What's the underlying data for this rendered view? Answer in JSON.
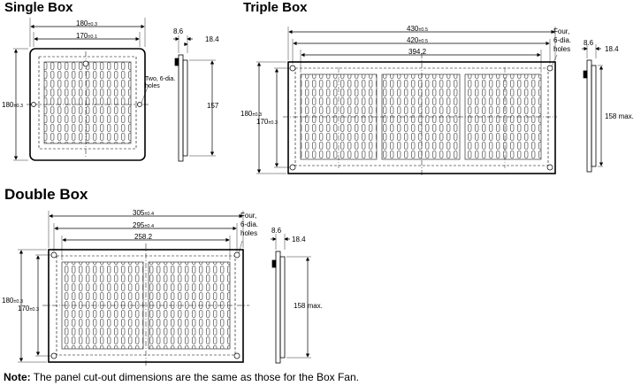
{
  "sections": {
    "single": {
      "title": "Single Box",
      "dims": {
        "w_outer": "180",
        "w_outer_tol": "±0.3",
        "w_inner": "170",
        "w_inner_tol": "±0.1",
        "h_outer": "180",
        "h_outer_tol": "±0.3",
        "side_a": "8.6",
        "side_b": "18.4",
        "side_h": "157",
        "holes": [
          "Two, 6-dia.",
          "holes"
        ]
      }
    },
    "triple": {
      "title": "Triple Box",
      "dims": {
        "w_outer": "430",
        "w_outer_tol": "±0.5",
        "w_mid": "420",
        "w_mid_tol": "±0.5",
        "w_inner": "394.2",
        "h_outer": "180",
        "h_outer_tol": "±0.3",
        "h_inner": "170",
        "h_inner_tol": "±0.3",
        "side_a": "8.6",
        "side_b": "18.4",
        "side_h": "158 max.",
        "holes": [
          "Four,",
          "6-dia.",
          "holes"
        ]
      }
    },
    "double": {
      "title": "Double Box",
      "dims": {
        "w_outer": "305",
        "w_outer_tol": "±0.4",
        "w_mid": "295",
        "w_mid_tol": "±0.4",
        "w_inner": "258.2",
        "h_outer": "180",
        "h_outer_tol": "±0.3",
        "h_inner": "170",
        "h_inner_tol": "±0.3",
        "side_a": "8.6",
        "side_b": "18.4",
        "side_h": "158 max.",
        "holes": [
          "Four,",
          "6-dia.",
          "holes"
        ]
      }
    }
  },
  "note": {
    "label": "Note:",
    "text": " The panel cut-out dimensions are the same as those for the Box Fan."
  }
}
